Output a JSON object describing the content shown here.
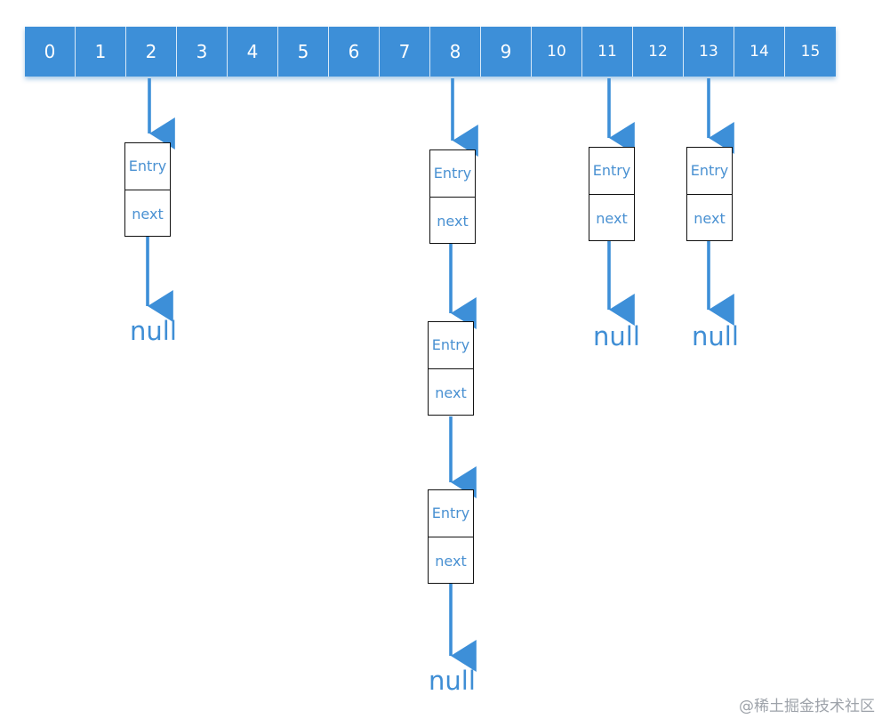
{
  "diagram": {
    "bucket_indices": [
      "0",
      "1",
      "2",
      "3",
      "4",
      "5",
      "6",
      "7",
      "8",
      "9",
      "10",
      "11",
      "12",
      "13",
      "14",
      "15"
    ],
    "node_fields": {
      "entry": "Entry",
      "next": "next"
    },
    "chains": [
      {
        "bucket": "2",
        "node_count": 1,
        "terminator": "null"
      },
      {
        "bucket": "8",
        "node_count": 3,
        "terminator": "null"
      },
      {
        "bucket": "11",
        "node_count": 1,
        "terminator": "null"
      },
      {
        "bucket": "13",
        "node_count": 1,
        "terminator": "null"
      }
    ],
    "colors": {
      "bucket_fill": "#3d8fd8",
      "bucket_text": "#ffffff",
      "arrow": "#3d8fd8",
      "node_border": "#111111",
      "node_text": "#4a91d2",
      "null_text": "#3f8ed5"
    },
    "watermark": "@稀土掘金技术社区"
  }
}
